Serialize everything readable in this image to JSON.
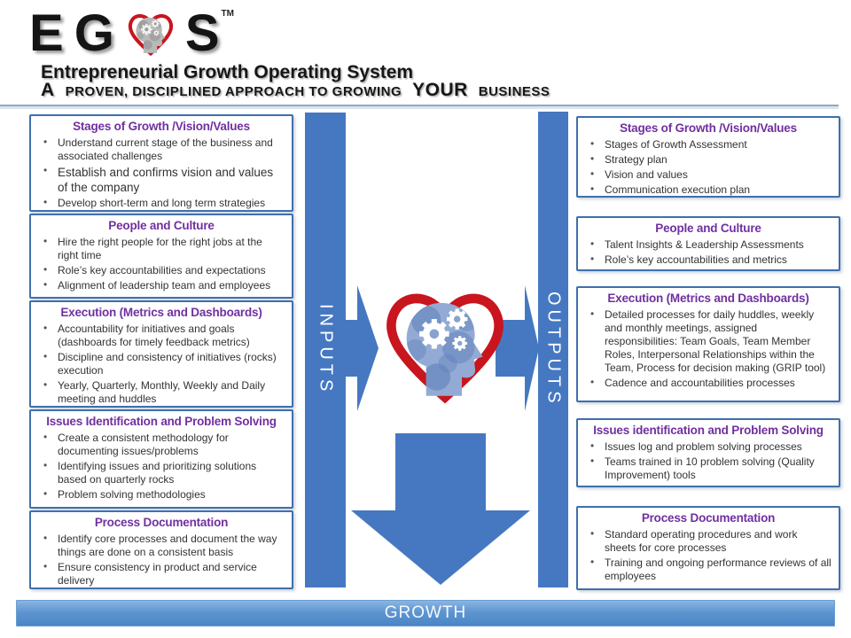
{
  "header": {
    "logo": {
      "letter_e": "E",
      "letter_g": "G",
      "letter_s": "S",
      "trademark": "TM",
      "heart_icon": "heart-head-gears"
    },
    "title": "Entrepreneurial Growth Operating System",
    "subtitle": {
      "lead": "A",
      "middle": "PROVEN, DISCIPLINED APPROACH TO GROWING",
      "emphasis": "YOUR",
      "tail": "BUSINESS"
    }
  },
  "flow": {
    "inputs_label": "INPUTS",
    "outputs_label": "OUTPUTS",
    "growth_label": "GROWTH",
    "center_icon": "heart-head-gears"
  },
  "left_column": {
    "boxes": [
      {
        "title": "Stages of Growth /Vision/Values",
        "bullets": [
          "Understand current stage of the business and associated challenges",
          "Establish and confirms vision and values of the company",
          "Develop short-term and long term strategies"
        ]
      },
      {
        "title": "People and Culture",
        "bullets": [
          "Hire the right people for the right jobs at the right time",
          "Role’s key accountabilities and expectations",
          "Alignment of leadership team and employees"
        ]
      },
      {
        "title": "Execution (Metrics and Dashboards)",
        "bullets": [
          "Accountability for initiatives and goals (dashboards for timely feedback metrics)",
          "Discipline and consistency of initiatives (rocks) execution",
          "Yearly, Quarterly, Monthly, Weekly and Daily meeting and huddles"
        ]
      },
      {
        "title": "Issues Identification and Problem Solving",
        "bullets": [
          "Create a consistent methodology for documenting issues/problems",
          "Identifying issues and prioritizing solutions based on quarterly rocks",
          "Problem solving methodologies"
        ]
      },
      {
        "title": "Process Documentation",
        "bullets": [
          "Identify core processes and document the way things are done on a consistent basis",
          "Ensure consistency in product and service delivery"
        ]
      }
    ]
  },
  "right_column": {
    "boxes": [
      {
        "title": "Stages of Growth /Vision/Values",
        "bullets": [
          "Stages of Growth Assessment",
          "Strategy plan",
          "Vision and values",
          "Communication execution plan"
        ]
      },
      {
        "title": "People and Culture",
        "bullets": [
          "Talent Insights & Leadership Assessments",
          "Role’s key accountabilities and metrics"
        ]
      },
      {
        "title": "Execution (Metrics and Dashboards)",
        "bullets": [
          "Detailed processes for daily huddles, weekly and monthly meetings, assigned responsibilities: Team Goals, Team Member Roles, Interpersonal Relationships within the Team, Process for decision making (GRIP tool)",
          "Cadence and accountabilities processes"
        ]
      },
      {
        "title": "Issues identification and Problem Solving",
        "bullets": [
          "Issues log and problem solving processes",
          "Teams trained in 10 problem solving (Quality Improvement) tools"
        ]
      },
      {
        "title": "Process Documentation",
        "bullets": [
          "Standard operating procedures and work sheets for core processes",
          "Training and ongoing performance reviews of all employees"
        ]
      }
    ]
  },
  "colors": {
    "accent_blue": "#4678C2",
    "box_border_blue": "#3F6FAD",
    "title_purple": "#7030A0",
    "heart_red": "#C9151E",
    "growth_gradient_top": "#8AB5E2",
    "growth_gradient_bottom": "#4A85C6"
  }
}
